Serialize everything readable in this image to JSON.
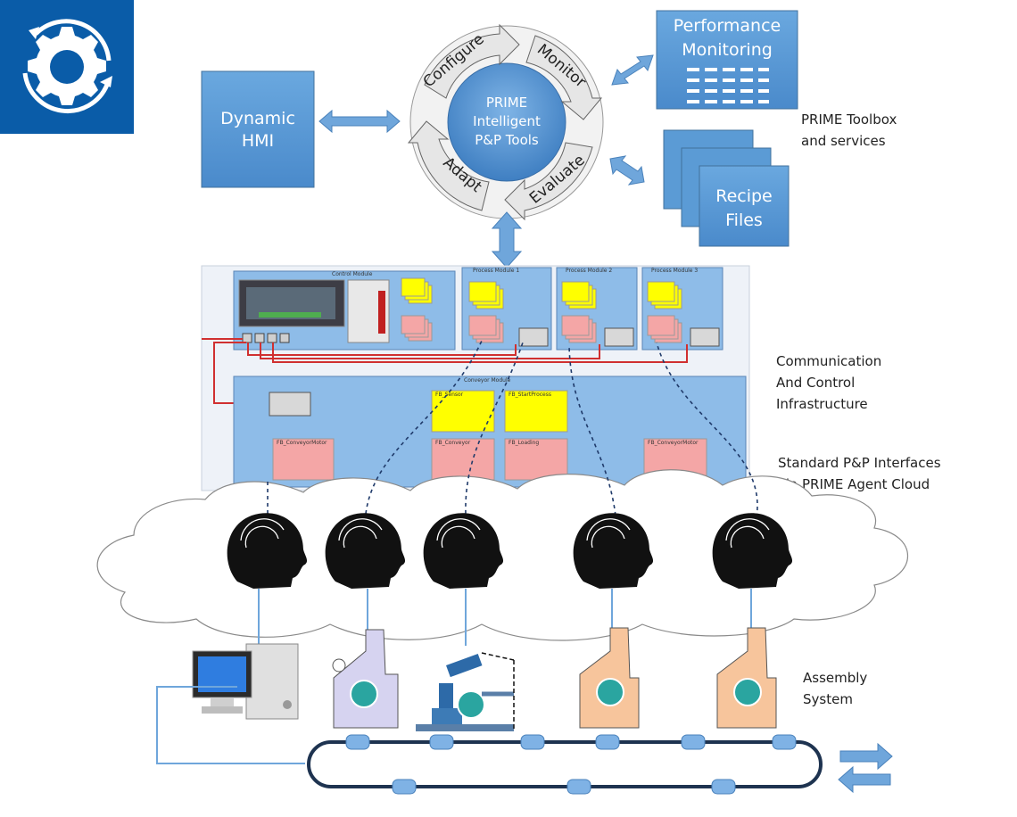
{
  "logo": {
    "icon": "gear-cycle-icon",
    "color": "#0a5ca8"
  },
  "boxes": {
    "hmi": [
      "Dynamic",
      "HMI"
    ],
    "performance": [
      "Performance",
      "Monitoring"
    ],
    "recipe": [
      "Recipe",
      "Files"
    ]
  },
  "cycle": {
    "center": [
      "PRIME",
      "Intelligent",
      "P&P Tools"
    ],
    "stages": [
      "Configure",
      "Monitor",
      "Evaluate",
      "Adapt"
    ]
  },
  "labels": {
    "toolbox": [
      "PRIME Toolbox",
      "and services"
    ],
    "communication": [
      "Communication",
      "And Control",
      "Infrastructure"
    ],
    "interfaces": [
      "Standard P&P Interfaces",
      "via PRIME Agent Cloud"
    ],
    "assembly": [
      "Assembly",
      "System"
    ]
  },
  "modules": {
    "control": "Control Module",
    "process": [
      "Process Module 1",
      "Process Module 2",
      "Process Module 3"
    ],
    "conveyor": "Conveyor Module",
    "conveyor_blocks": [
      "FB_Sensor",
      "FB_StartProcess",
      "FB_ConveyorMotor",
      "FB_Conveyor",
      "FB_Loading",
      "FB_ConveyorMotor"
    ]
  },
  "colors": {
    "box": "#5b9bd5",
    "box_edge": "#41719c",
    "yellow": "#ffff00",
    "pink": "#f4a6a6",
    "red_line": "#d03030",
    "agent": "#111111"
  }
}
